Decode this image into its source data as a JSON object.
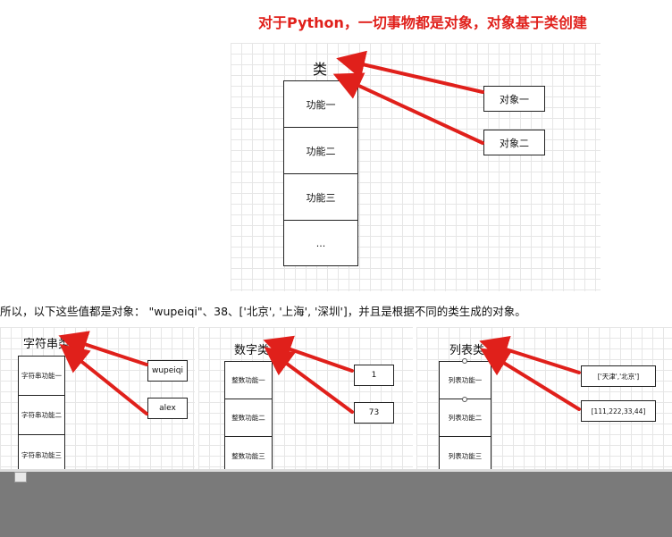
{
  "title": "对于Python，一切事物都是对象，对象基于类创建",
  "top_diagram": {
    "class_label": "类",
    "functions": [
      "功能一",
      "功能二",
      "功能三",
      "..."
    ],
    "objects": [
      "对象一",
      "对象二"
    ]
  },
  "caption": "所以，以下这些值都是对象： \"wupeiqi\"、38、['北京', '上海', '深圳']，并且是根据不同的类生成的对象。",
  "diagrams": [
    {
      "class_label": "字符串类",
      "functions": [
        "字符串功能一",
        "字符串功能二",
        "字符串功能三"
      ],
      "objects": [
        "wupeiqi",
        "alex"
      ]
    },
    {
      "class_label": "数字类",
      "functions": [
        "整数功能一",
        "整数功能二",
        "整数功能三"
      ],
      "objects": [
        "1",
        "73"
      ]
    },
    {
      "class_label": "列表类",
      "functions": [
        "列表功能一",
        "列表功能二",
        "列表功能三"
      ],
      "objects": [
        "['天津','北京']",
        "[111,222,33,44]"
      ]
    }
  ],
  "colors": {
    "accent": "#e0201b",
    "grid": "#e6e6e6",
    "bottom_band": "#7a7a7a"
  }
}
